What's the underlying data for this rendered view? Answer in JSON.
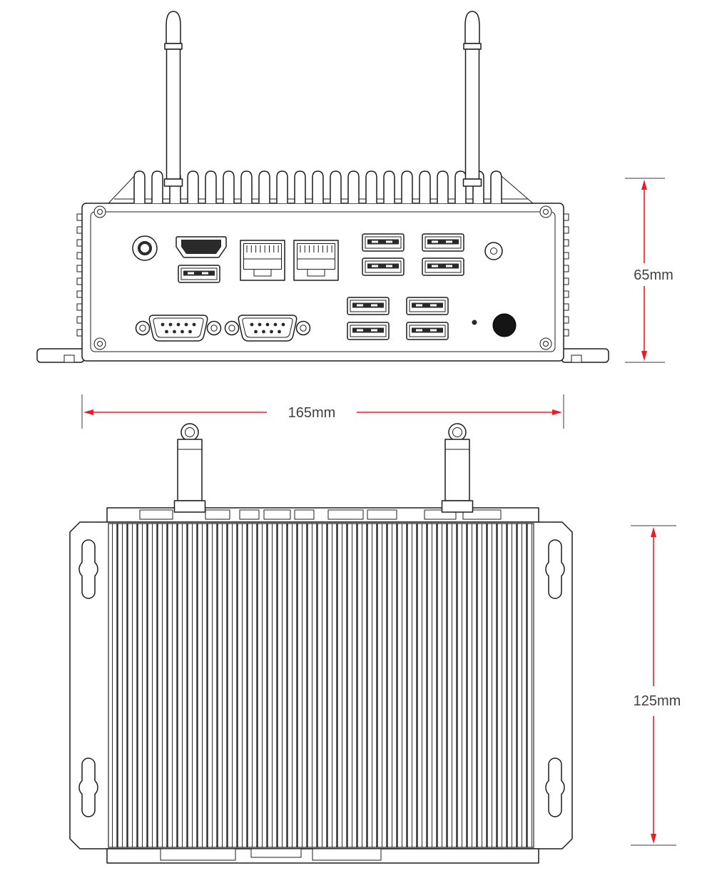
{
  "dimensions": {
    "height": {
      "label": "65mm"
    },
    "width": {
      "label": "165mm"
    },
    "depth": {
      "label": "125mm"
    }
  },
  "colors": {
    "dimension_red": "#ed1c24",
    "outline": "#1c1c1c",
    "label_text": "#3f3f3f",
    "background": "#ffffff"
  }
}
